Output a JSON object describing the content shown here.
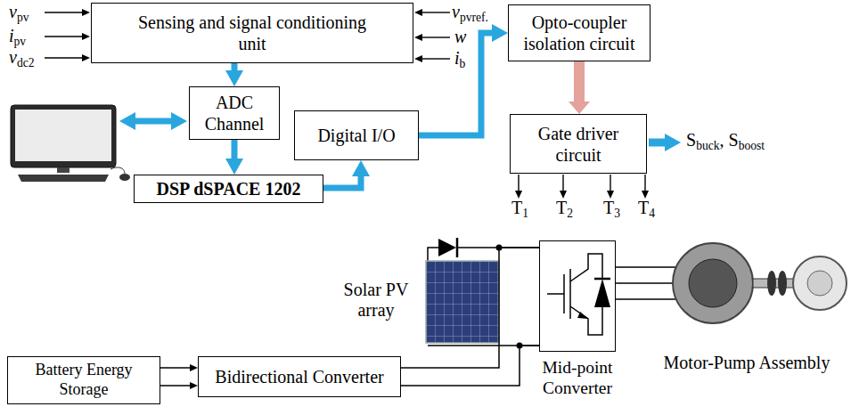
{
  "diagram": {
    "nodes": [
      {
        "text": [
          "Sensing and signal conditioning unit"
        ]
      },
      {
        "text": [
          "ADC Channel"
        ]
      },
      {
        "text": [
          "DSP dSPACE 1202"
        ]
      },
      {
        "text": [
          "Digital I/O"
        ]
      },
      {
        "text": [
          "Opto-coupler isolation circuit"
        ]
      },
      {
        "text": [
          "Gate driver circuit"
        ]
      },
      {
        "text": [
          "Battery Energy Storage"
        ]
      },
      {
        "text": [
          "Bidirectional Converter"
        ]
      },
      {
        "text": [
          "Mid-point Converter"
        ]
      }
    ],
    "edges": [
      {
        "from": 0,
        "to": 1,
        "arrow": "to"
      },
      {
        "from": 1,
        "to": 2,
        "arrow": "to"
      },
      {
        "from": 2,
        "to": 3,
        "arrow": "to"
      },
      {
        "from": 3,
        "to": 4,
        "arrow": "to"
      },
      {
        "from": 4,
        "to": 5,
        "arrow": "to"
      },
      {
        "from": 6,
        "to": 7,
        "arrow": "to"
      },
      {
        "from": 6,
        "to": 7,
        "arrow": "to"
      },
      {
        "from": 7,
        "to": 8,
        "arrow": "none"
      },
      {
        "from": 7,
        "to": 8,
        "arrow": "none"
      }
    ],
    "labels": [
      "vpv",
      "ipv",
      "vdc2",
      "vpvref.",
      "w",
      "ib",
      "Sbuck, Sboost",
      "T1",
      "T2",
      "T3",
      "T4",
      "Solar PV array",
      "Motor-Pump Assembly"
    ]
  }
}
